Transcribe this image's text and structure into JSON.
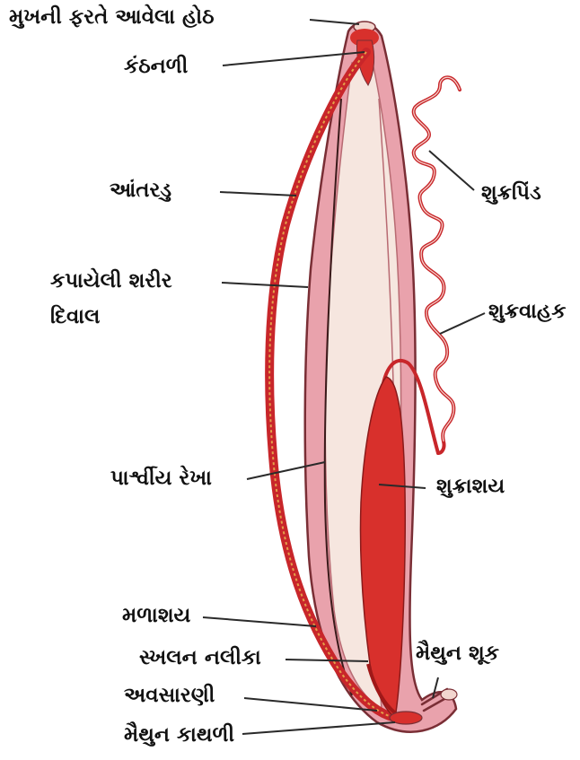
{
  "colors": {
    "background": "#ffffff",
    "body_wall": "#e9a2ac",
    "body_outline": "#7a2e35",
    "cavity": "#f6e6df",
    "organ_red": "#d8302c",
    "leader": "#2a2a2a",
    "text": "#111111"
  },
  "labels": {
    "mouth_lips": "મુખની ફરતે આવેલા હોઠ",
    "pharynx": "કંઠનળી",
    "intestine": "આંતરડુ",
    "cut_wall_line1": "કપાયેલી શરીર",
    "cut_wall_line2": "દિવાલ",
    "lateral_line": "પાર્શ્વીય રેખા",
    "cloaca": "મળાશય",
    "ejaculatory_duct": "સ્ખલન નલીકા",
    "anus": "અવસારણી",
    "spicule_sac": "મૈથુન કાથળી",
    "testis": "શુક્રપિંડ",
    "vas_deferens": "શુક્રવાહક",
    "seminal_vesicle": "શુક્રાશય",
    "penial_spicule": "મૈથુન શૂક"
  }
}
